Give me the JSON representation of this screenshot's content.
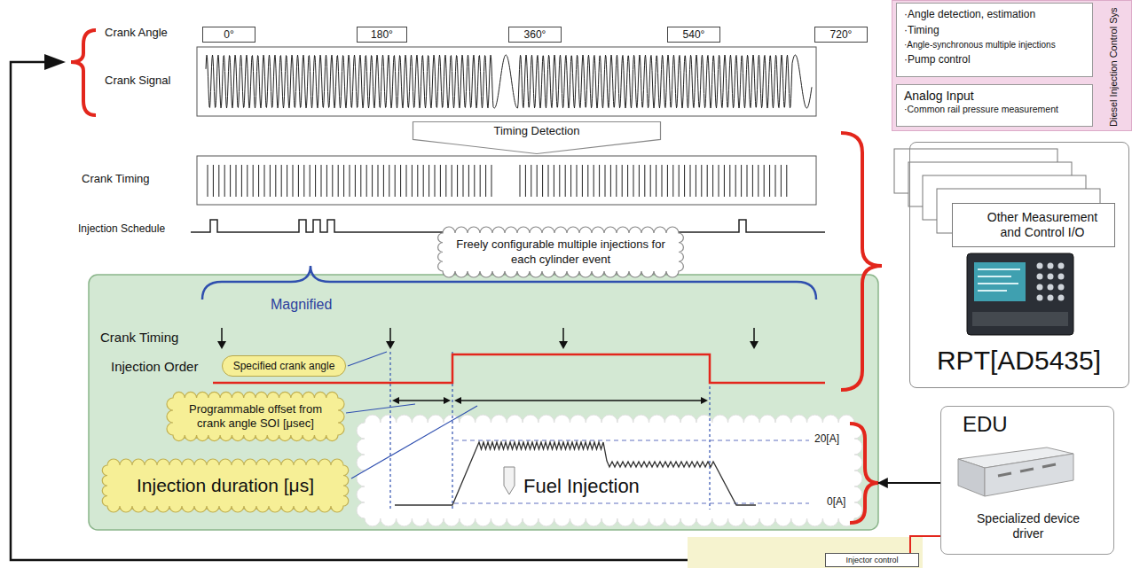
{
  "diagram": {
    "nodes": [
      {
        "text": [
          "0°"
        ]
      },
      {
        "text": [
          "180°"
        ]
      },
      {
        "text": [
          "360°"
        ]
      },
      {
        "text": [
          "540°"
        ]
      },
      {
        "text": [
          "720°"
        ]
      },
      {
        "text": [
          "Timing Detection"
        ]
      },
      {
        "text": [
          "Freely configurable multiple injections for each cylinder event"
        ]
      },
      {
        "text": [
          "Magnified"
        ]
      },
      {
        "text": [
          "Specified crank angle"
        ],
        "in": 7
      },
      {
        "text": [
          "Programmable offset from crank angle SOI [μsec]"
        ],
        "in": 7
      },
      {
        "text": [
          "Injection duration [μs]"
        ],
        "in": 7
      },
      {
        "text": [
          "Diesel Injection Control Sys"
        ]
      },
      {
        "text": [
          "·Angle detection, estimation",
          "·Timing",
          "·Angle-synchronous multiple injections",
          "·Pump control"
        ],
        "in": 11
      },
      {
        "text": [
          "Analog Input",
          "·Common rail pressure measurement"
        ],
        "in": 11
      },
      {
        "text": [
          "RPT[AD5435]"
        ]
      },
      {
        "text": [
          "Other Measurement and Control I/O"
        ],
        "in": 14
      },
      {
        "text": [
          "EDU",
          "Specialized device driver"
        ]
      },
      {
        "text": [
          "Injector control"
        ]
      }
    ],
    "edges": [
      {
        "from": 16,
        "to": 7,
        "arrow": "to"
      },
      {
        "from": 16,
        "to": 17,
        "arrow": "none"
      }
    ],
    "labels": [
      "Crank Angle",
      "Crank Signal",
      "Crank Timing",
      "Injection Schedule",
      "Crank Timing",
      "Injection Order",
      "Fuel Injection",
      "20[A]",
      "0[A]"
    ]
  }
}
